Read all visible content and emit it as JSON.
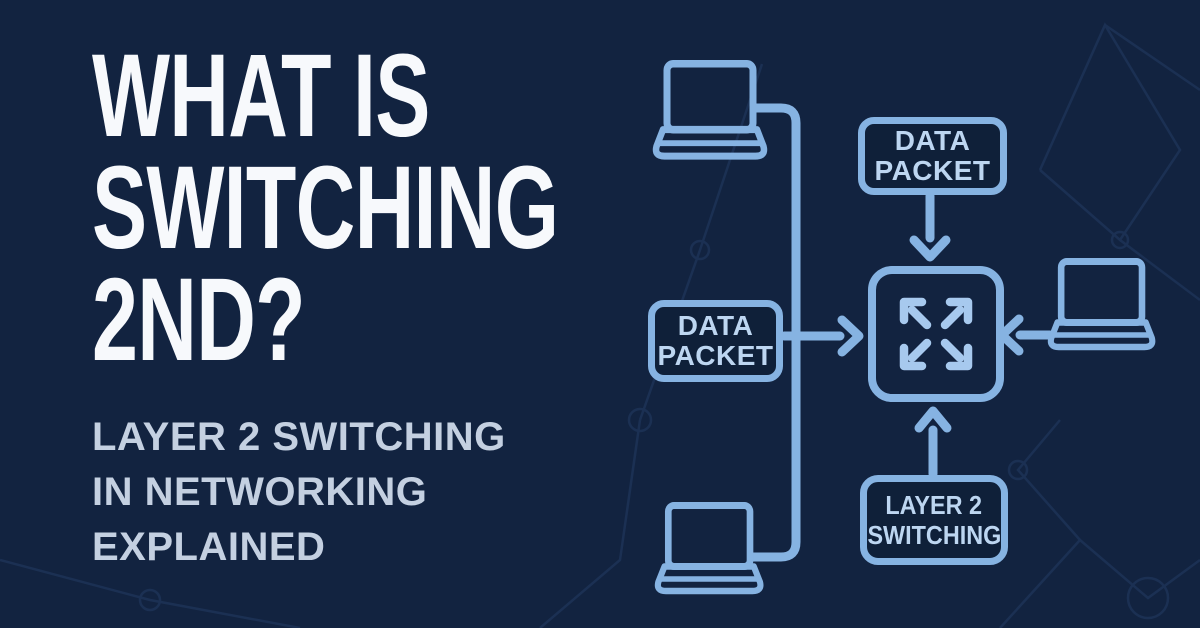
{
  "colors": {
    "bg": "#122340",
    "stroke": "#86B3E2",
    "stroke-light": "#A7C9EE",
    "label": "#BDD6F1",
    "title": "#F7F9FC",
    "subtitle": "#C4D0E1",
    "mesh": "#27416B",
    "box-bg": "#0F2039"
  },
  "title": {
    "lines": [
      "WHAT IS",
      "SWITCHING",
      "2ND?"
    ]
  },
  "subtitle": {
    "lines": [
      "LAYER 2 SWITCHING",
      "IN NETWORKING",
      "EXPLAINED"
    ]
  },
  "diagram": {
    "packet_top": {
      "lines": [
        "DATA",
        "PACKET"
      ]
    },
    "packet_left": {
      "lines": [
        "DATA",
        "PACKET"
      ]
    },
    "layer2": {
      "lines": [
        "LAYER 2",
        "SWITCHING"
      ]
    },
    "icons": {
      "switch": "switch-crossing-arrows-icon",
      "laptops": [
        "laptop-top-left-icon",
        "laptop-bottom-left-icon",
        "laptop-right-icon"
      ]
    }
  }
}
